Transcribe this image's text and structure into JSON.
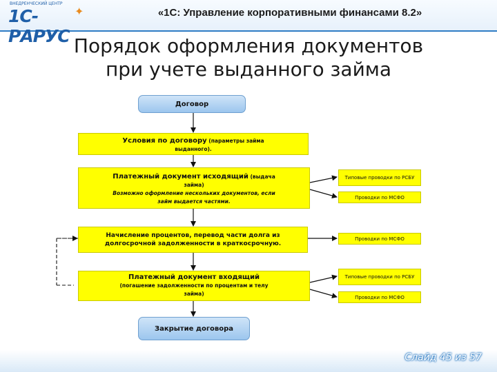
{
  "logo": {
    "tagline": "ВНЕДРЕНЧЕСКИЙ ЦЕНТР",
    "name": "1С-РАРУС"
  },
  "header": {
    "title": "«1С: Управление корпоративными финансами 8.2»"
  },
  "slide": {
    "title_line1": "Порядок оформления документов",
    "title_line2": "при учете выданного займа",
    "slide_number": "Слайд 45 из 57"
  },
  "flow": {
    "contract": "Договор",
    "terms": {
      "bold": "Условия по договору",
      "rest": " (параметры займа",
      "line2": "выданного)."
    },
    "payment_out": {
      "bold": "Платежный документ исходящий",
      "rest": " (выдача",
      "line2": "займа)",
      "italic1": "Возможно оформление нескольких документов, если",
      "italic2": "займ выдается частями."
    },
    "interest": {
      "line1": "Начисление процентов, перевод части долга из",
      "line2": "долгосрочной задолженности в краткосрочную."
    },
    "payment_in": {
      "bold": "Платежный документ входящий",
      "line2": "(погашение задолженности по процентам и телу",
      "line3": "займа)"
    },
    "close": "Закрытие договора"
  },
  "postings": {
    "typical_1": "Типовые проводки по РСБУ",
    "msfo_1": "Проводки по МСФО",
    "msfo_2": "Проводки по МСФО",
    "typical_2": "Типовые проводки по РСБУ",
    "msfo_3": "Проводки по МСФО"
  }
}
